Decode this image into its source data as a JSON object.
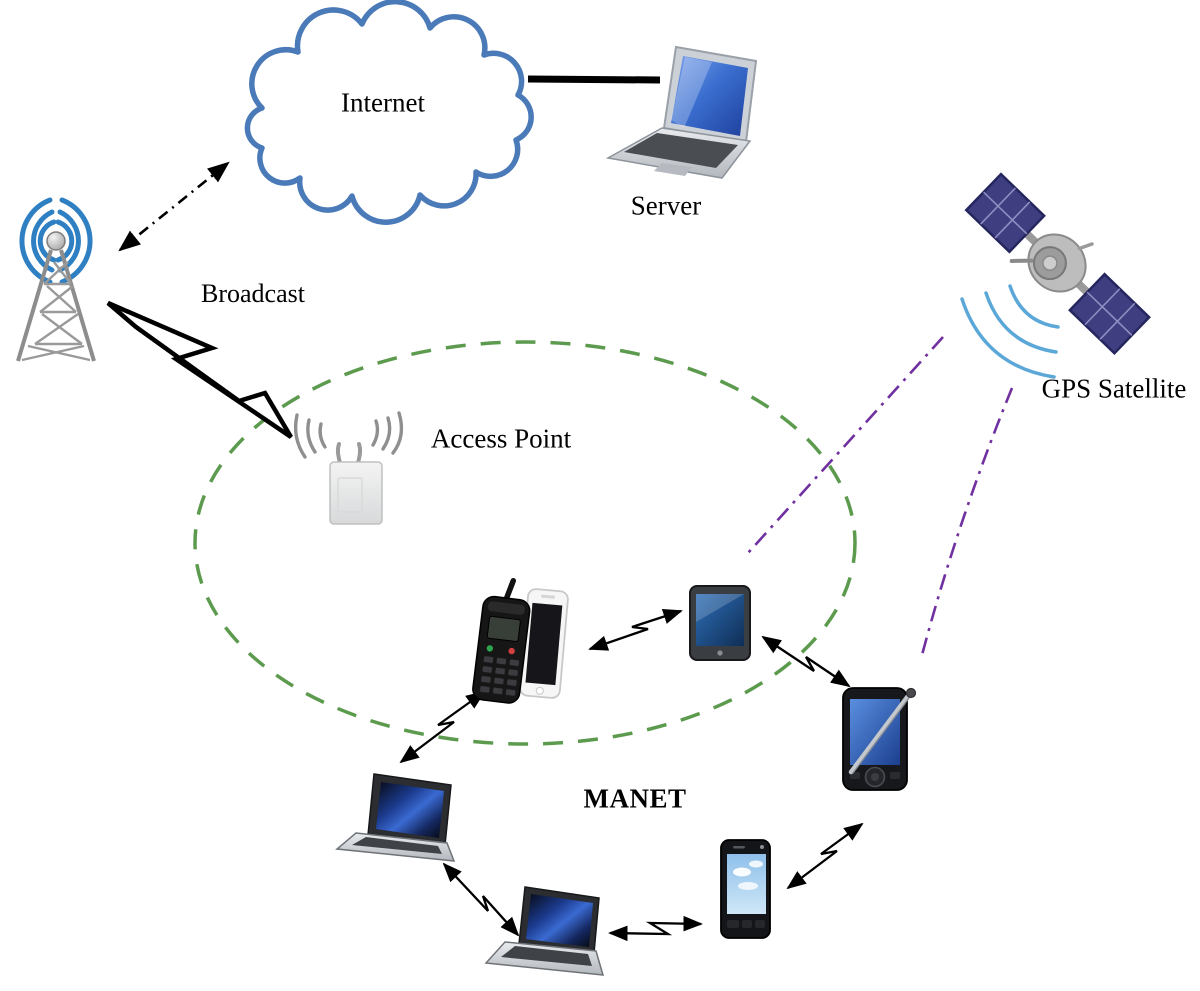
{
  "page": {
    "kind": "network-architecture-diagram",
    "description": "MANET (mobile ad-hoc network) diagram: Internet cloud linked to a server, a broadcast tower relaying to an access point inside a dashed MANET zone of mobile devices, with a GPS satellite linking to devices"
  },
  "labels": {
    "internet": "Internet",
    "server": "Server",
    "broadcast": "Broadcast",
    "access_point": "Access Point",
    "gps_satellite": "GPS Satellite",
    "manet": "MANET"
  },
  "colors": {
    "cloud_outline": "#4a7ab8",
    "manet_zone_dash": "#5c9b4e",
    "gps_link_dash": "#7030a0",
    "tower_signal_blue": "#2f80c3",
    "satellite_signal_blue": "#5aa7d8",
    "link_black": "#000000",
    "solar_panel": "#3e3e80"
  },
  "nodes": [
    {
      "icon": "internet-cloud",
      "label": "Internet"
    },
    {
      "icon": "server-laptop",
      "label": "Server"
    },
    {
      "icon": "broadcast-tower",
      "label": "Broadcast"
    },
    {
      "icon": "access-point",
      "label": "Access Point"
    },
    {
      "icon": "gps-satellite",
      "label": "GPS Satellite"
    },
    {
      "icon": "cell-phone-pair",
      "label": ""
    },
    {
      "icon": "tablet",
      "label": ""
    },
    {
      "icon": "pda-with-stylus",
      "label": ""
    },
    {
      "icon": "smartphone",
      "label": ""
    },
    {
      "icon": "laptop-node-1",
      "label": ""
    },
    {
      "icon": "laptop-node-2",
      "label": ""
    }
  ],
  "connections": [
    {
      "from": "broadcast-tower",
      "to": "internet-cloud",
      "style": "black dash-dot double arrow"
    },
    {
      "from": "internet-cloud",
      "to": "server-laptop",
      "style": "thick solid line"
    },
    {
      "from": "broadcast-tower",
      "to": "access-point",
      "style": "large lightning bolt"
    },
    {
      "from": "gps-satellite",
      "to": "tablet",
      "style": "purple dash-dot"
    },
    {
      "from": "gps-satellite",
      "to": "pda-with-stylus",
      "style": "purple dash-dot"
    },
    {
      "from": "cell-phone-pair",
      "to": "tablet",
      "style": "lightning double arrow"
    },
    {
      "from": "tablet",
      "to": "pda-with-stylus",
      "style": "lightning double arrow"
    },
    {
      "from": "pda-with-stylus",
      "to": "smartphone",
      "style": "lightning double arrow"
    },
    {
      "from": "smartphone",
      "to": "laptop-node-2",
      "style": "lightning double arrow"
    },
    {
      "from": "laptop-node-2",
      "to": "laptop-node-1",
      "style": "lightning double arrow"
    },
    {
      "from": "laptop-node-1",
      "to": "cell-phone-pair",
      "style": "lightning double arrow"
    }
  ]
}
